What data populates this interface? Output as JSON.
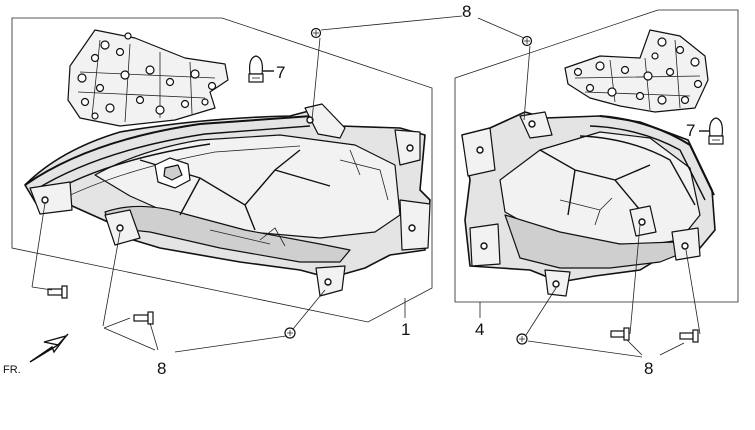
{
  "labels": {
    "left_assembly": "1",
    "right_assembly": "4",
    "bulb_left": "7",
    "bulb_right": "7",
    "screw_top": "8",
    "screw_left_bottom": "8",
    "screw_right_bottom": "8"
  },
  "orientation": {
    "text": "FR."
  }
}
